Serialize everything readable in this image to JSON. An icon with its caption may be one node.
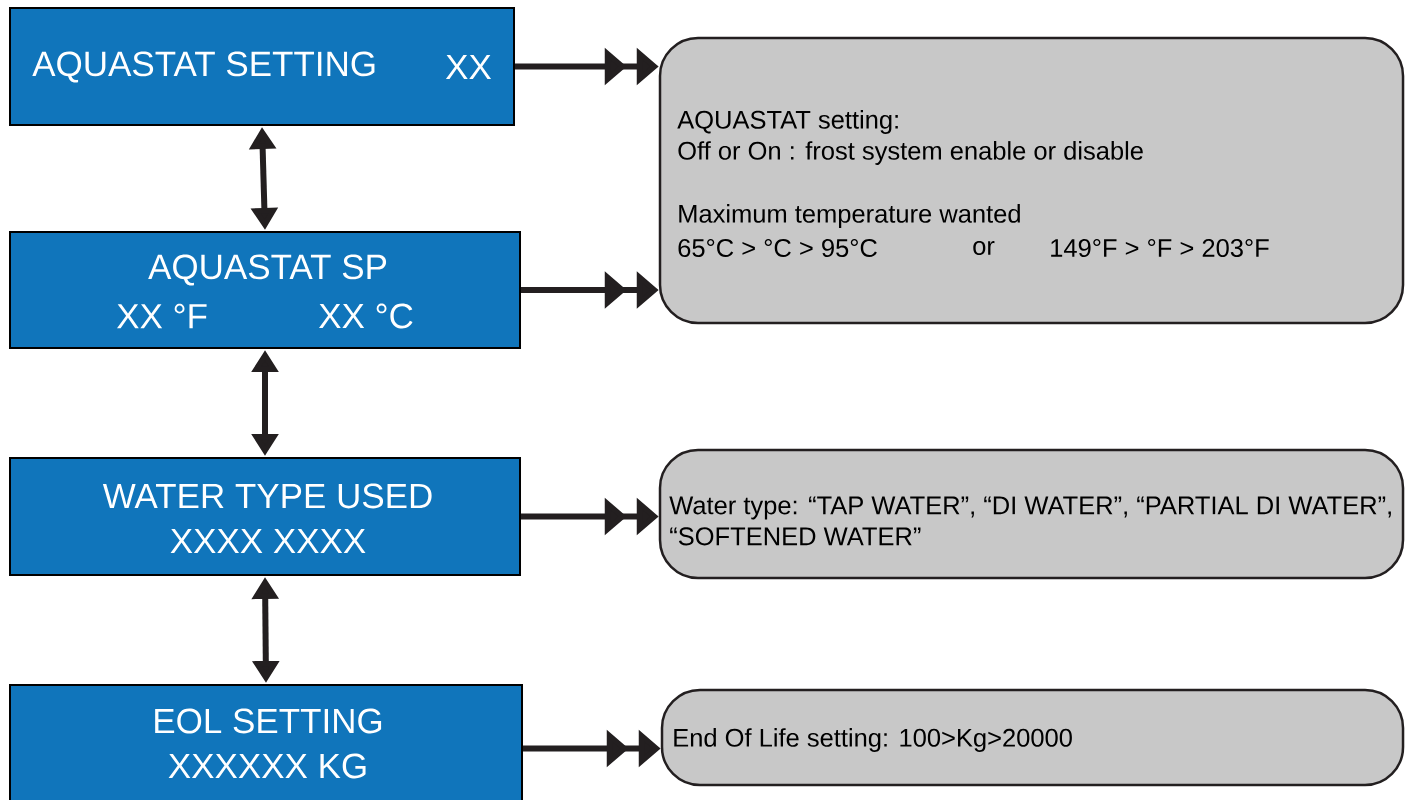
{
  "diagram": {
    "nodes": [
      {
        "text": [
          "AQUASTAT SETTING",
          "XX"
        ]
      },
      {
        "text": [
          "AQUASTAT SP",
          "XX °F",
          "XX °C"
        ]
      },
      {
        "text": [
          "WATER TYPE USED",
          "XXXX XXXX"
        ]
      },
      {
        "text": [
          "EOL SETTING",
          "XXXXXX  KG"
        ]
      },
      {
        "text": [
          "AQUASTAT setting:",
          "Off or On : frost system enable or disable",
          "Maximum temperature wanted",
          "65°C  > °C  > 95°C",
          "or",
          "149°F > °F > 203°F"
        ]
      },
      {
        "text": [
          "Water type: “TAP WATER”, “DI WATER”,  “PARTIAL DI WATER”, “SOFTENED WATER”"
        ]
      },
      {
        "text": [
          "End Of Life setting: 100>Kg>20000"
        ]
      }
    ],
    "edges": [
      {
        "from": 0,
        "to": 1,
        "arrow": "both"
      },
      {
        "from": 1,
        "to": 2,
        "arrow": "both"
      },
      {
        "from": 2,
        "to": 3,
        "arrow": "both"
      },
      {
        "from": 0,
        "to": 4,
        "arrow": "to"
      },
      {
        "from": 1,
        "to": 4,
        "arrow": "to"
      },
      {
        "from": 2,
        "to": 5,
        "arrow": "to"
      },
      {
        "from": 3,
        "to": 6,
        "arrow": "to"
      }
    ]
  }
}
